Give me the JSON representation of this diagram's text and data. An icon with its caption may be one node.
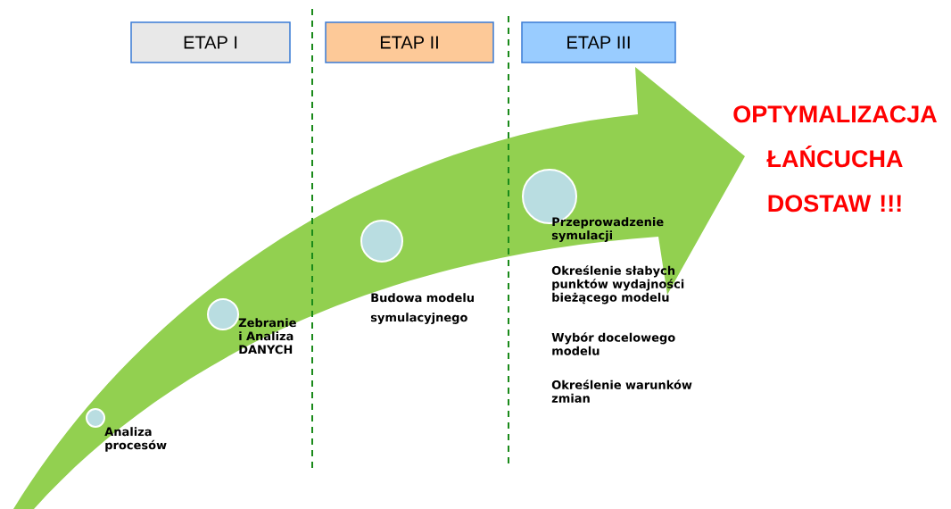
{
  "diagram": {
    "nodes": [
      {
        "text": [
          "ETAP I"
        ]
      },
      {
        "text": [
          "ETAP II"
        ]
      },
      {
        "text": [
          "ETAP III"
        ]
      },
      {
        "text": [],
        "shape": "circle",
        "beside": [
          "Analiza procesów"
        ]
      },
      {
        "text": [],
        "shape": "circle",
        "beside": [
          "Zebranie i Analiza DANYCH"
        ]
      },
      {
        "text": [],
        "shape": "circle",
        "beside": [
          "Budowa modelu symulacyjnego"
        ]
      },
      {
        "text": [],
        "shape": "circle",
        "beside": [
          "Przeprowadzenie symulacji",
          "Określenie słabych punktów wydajności bieżącego modelu",
          "Wybór docelowego modelu",
          "Określenie warunków zmian"
        ]
      }
    ],
    "labels": [
      "OPTYMALIZACJA ŁAŃCUCHA DOSTAW !!!"
    ]
  }
}
